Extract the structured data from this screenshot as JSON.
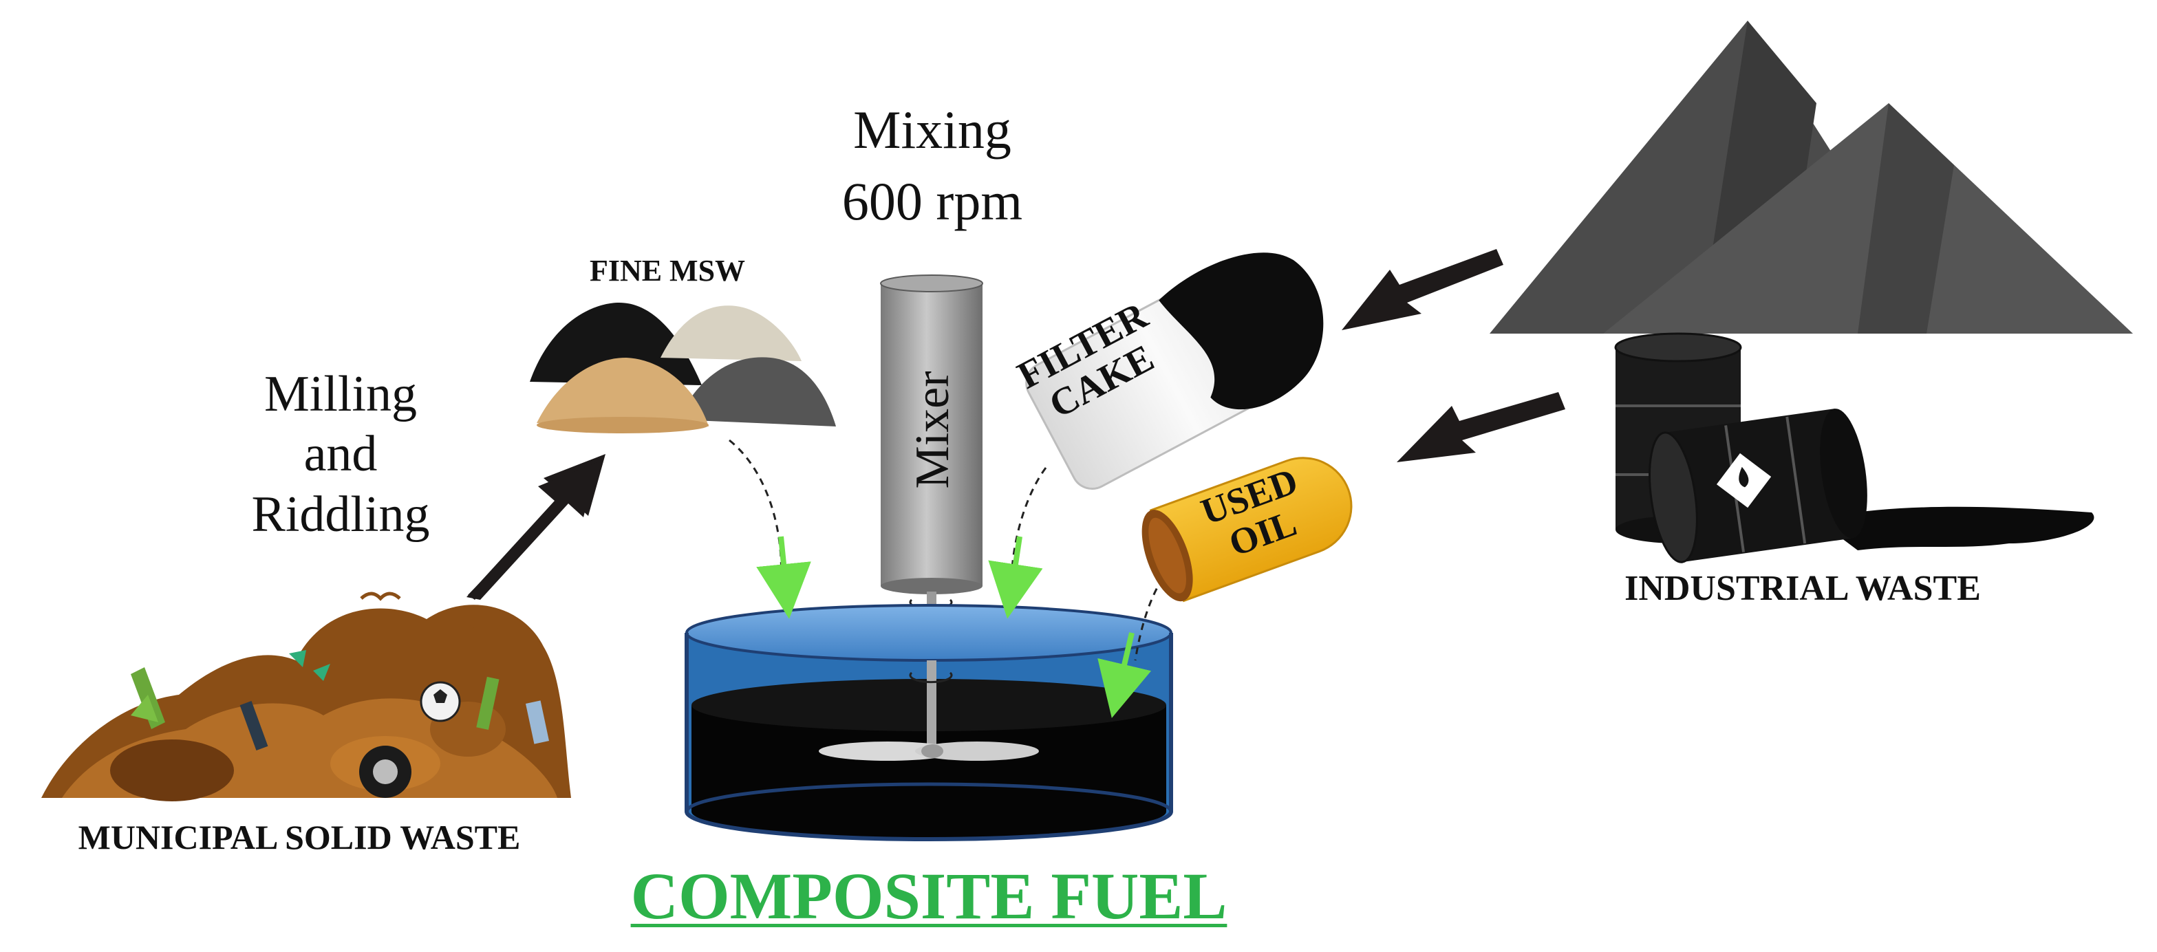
{
  "labels": {
    "mixing_line1": "Mixing",
    "mixing_line2": "600 rpm",
    "fine_msw": "FINE MSW",
    "milling_line1": "Milling",
    "milling_line2": "and",
    "milling_line3": "Riddling",
    "mixer": "Mixer",
    "filter_line1": "FILTER",
    "filter_line2": "CAKE",
    "used_line1": "USED",
    "used_line2": "OIL",
    "municipal": "MUNICIPAL SOLID WASTE",
    "industrial": "INDUSTRIAL WASTE",
    "composite": "COMPOSITE FUEL"
  },
  "colors": {
    "composite_fuel": "#2db24a",
    "drop_arrow": "#6ee04a",
    "used_oil": "#f5b81c",
    "waste_brown": "#a8641f",
    "tank_water": "#4f8fd1",
    "arrow_black": "#1e1a1a"
  },
  "icons": {
    "msw_pile": "garbage-heap-icon",
    "fine_powders": "powder-piles-icon",
    "mountains": "slag-heap-icon",
    "barrels": "oil-barrels-icon",
    "mixer": "mixer-cylinder-icon",
    "tank": "mixing-tank-icon"
  }
}
